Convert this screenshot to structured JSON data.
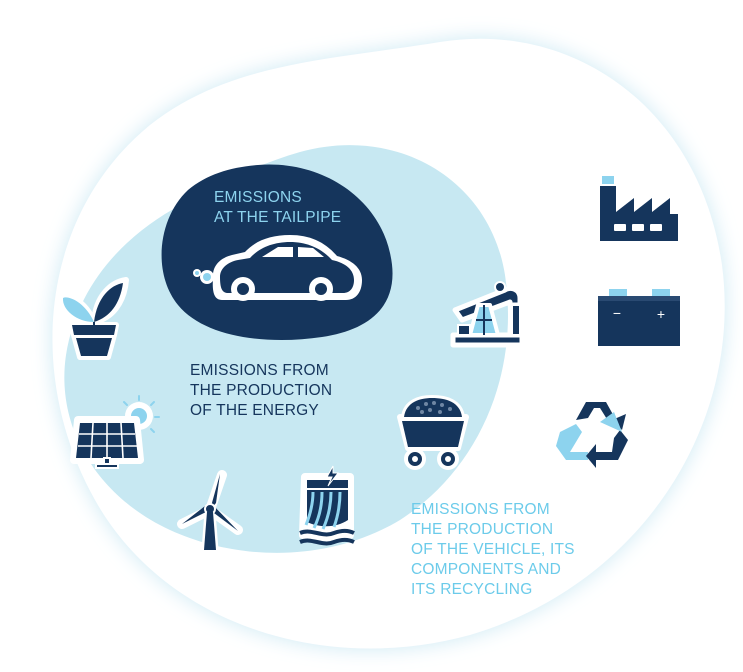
{
  "labels": {
    "tailpipe": [
      "EMISSIONS",
      "AT THE TAILPIPE"
    ],
    "energy": [
      "EMISSIONS FROM",
      "THE PRODUCTION",
      "OF THE ENERGY"
    ],
    "vehicle": [
      "EMISSIONS FROM",
      "THE PRODUCTION",
      "OF THE VEHICLE, ITS",
      "COMPONENTS AND",
      "ITS RECYCLING"
    ]
  },
  "battery": {
    "minus": "−",
    "plus": "+"
  },
  "icons": {
    "energy": [
      "plant-icon",
      "solar-panel-icon",
      "wind-turbine-icon",
      "hydro-dam-icon"
    ],
    "vehicle": [
      "factory-icon",
      "battery-icon",
      "oil-pump-icon",
      "coal-cart-icon",
      "recycle-icon"
    ],
    "tailpipe": [
      "car-icon"
    ]
  },
  "colors": {
    "navy": "#15355c",
    "light_blue": "#c7e8f2",
    "text_light": "#6ccbea",
    "tailpipe_text": "#8dd3ee",
    "glow": "#e8f4f9"
  }
}
